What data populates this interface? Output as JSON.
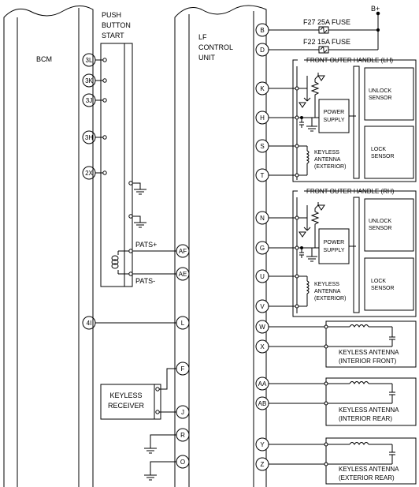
{
  "supply": {
    "label": "B+"
  },
  "fuses": [
    {
      "label": "F27 25A FUSE"
    },
    {
      "label": "F22 15A FUSE"
    }
  ],
  "bcm": {
    "label": "BCM",
    "pins": [
      "3L",
      "3K",
      "3J",
      "3H",
      "2X",
      "4I"
    ]
  },
  "push_button": {
    "label": [
      "PUSH",
      "BUTTON",
      "START"
    ]
  },
  "pats": {
    "plus": "PATS+",
    "minus": "PATS-"
  },
  "lf_control_unit": {
    "label": [
      "LF",
      "CONTROL",
      "UNIT"
    ],
    "left_pins": [
      "AF",
      "AE",
      "L",
      "F",
      "J",
      "R",
      "O"
    ],
    "right_pins": [
      "B",
      "D",
      "K",
      "H",
      "S",
      "T",
      "N",
      "G",
      "U",
      "V",
      "W",
      "X",
      "AA",
      "AB",
      "Y",
      "Z"
    ]
  },
  "handles": [
    {
      "title": "FRONT OUTER HANDLE (LH)",
      "power": [
        "POWER",
        "SUPPLY"
      ],
      "antenna": [
        "KEYLESS",
        "ANTENNA",
        "(EXTERIOR)"
      ],
      "unlock": [
        "UNLOCK",
        "SENSOR"
      ],
      "lock": [
        "LOCK",
        "SENSOR"
      ]
    },
    {
      "title": "FRONT OUTER HANDLE (RH)",
      "power": [
        "POWER",
        "SUPPLY"
      ],
      "antenna": [
        "KEYLESS",
        "ANTENNA",
        "(EXTERIOR)"
      ],
      "unlock": [
        "UNLOCK",
        "SENSOR"
      ],
      "lock": [
        "LOCK",
        "SENSOR"
      ]
    }
  ],
  "antennas": [
    {
      "label": [
        "KEYLESS ANTENNA",
        "(INTERIOR FRONT)"
      ]
    },
    {
      "label": [
        "KEYLESS ANTENNA",
        "(INTERIOR REAR)"
      ]
    },
    {
      "label": [
        "KEYLESS ANTENNA",
        "(EXTERIOR REAR)"
      ]
    }
  ],
  "receiver": {
    "label": [
      "KEYLESS",
      "RECEIVER"
    ]
  }
}
